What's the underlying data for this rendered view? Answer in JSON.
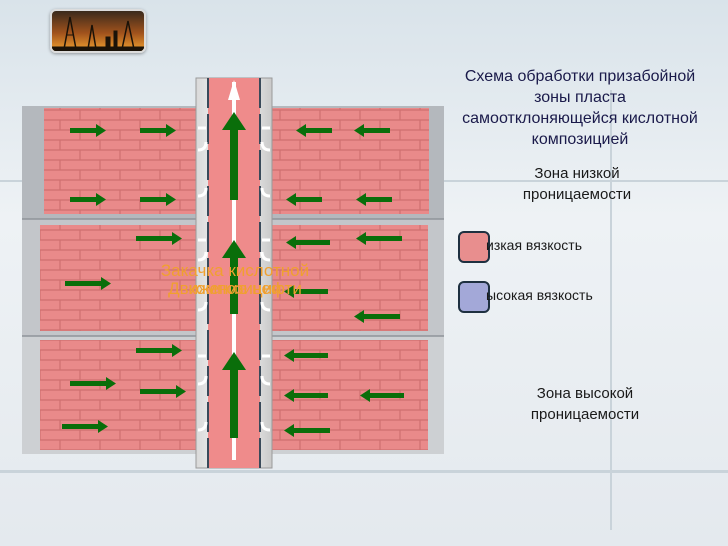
{
  "title": "Схема обработки призабойной зоны пласта самоотклоняющейся кислотной композицией",
  "zones": {
    "low": "Зона низкой проницаемости",
    "high": "Зона высокой проницаемости"
  },
  "legend": [
    {
      "label": "изкая вязкость",
      "color": "#e88e8e"
    },
    {
      "label": "ысокая вязкость",
      "color": "#a3a8d8"
    }
  ],
  "overlay": {
    "injection": "Закачка кислотной композиции",
    "oil_flow": "Движение нефти"
  },
  "colors": {
    "brick": "#e98a8a",
    "mortar": "#d26e6e",
    "arrow": "#0a6e0a",
    "tube": "#f08a8a",
    "frame": "#b8bcc2"
  }
}
